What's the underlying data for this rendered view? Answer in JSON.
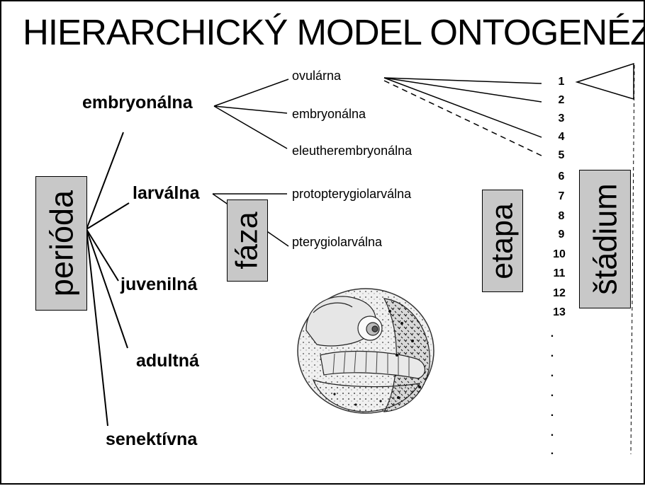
{
  "title": "HIERARCHICKÝ MODEL ONTOGENÉZY",
  "levels": {
    "perioda": "perióda",
    "faza": "fáza",
    "etapa": "etapa",
    "stadium": "štádium"
  },
  "periods": [
    "embryonálna",
    "larválna",
    "juvenilná",
    "adultná",
    "senektívna"
  ],
  "phases": [
    "ovulárna",
    "embryonálna",
    "eleutherembryonálna",
    "protopterygiolarválna",
    "pterygiolarválna"
  ],
  "stage_numbers": [
    "1",
    "2",
    "3",
    "4",
    "5",
    "6",
    "7",
    "8",
    "9",
    "10",
    "11",
    "12",
    "13"
  ],
  "continuation_dots": [
    ".",
    ".",
    ".",
    ".",
    ".",
    ".",
    "."
  ],
  "illustration": "fish-embryo-in-egg drawing"
}
